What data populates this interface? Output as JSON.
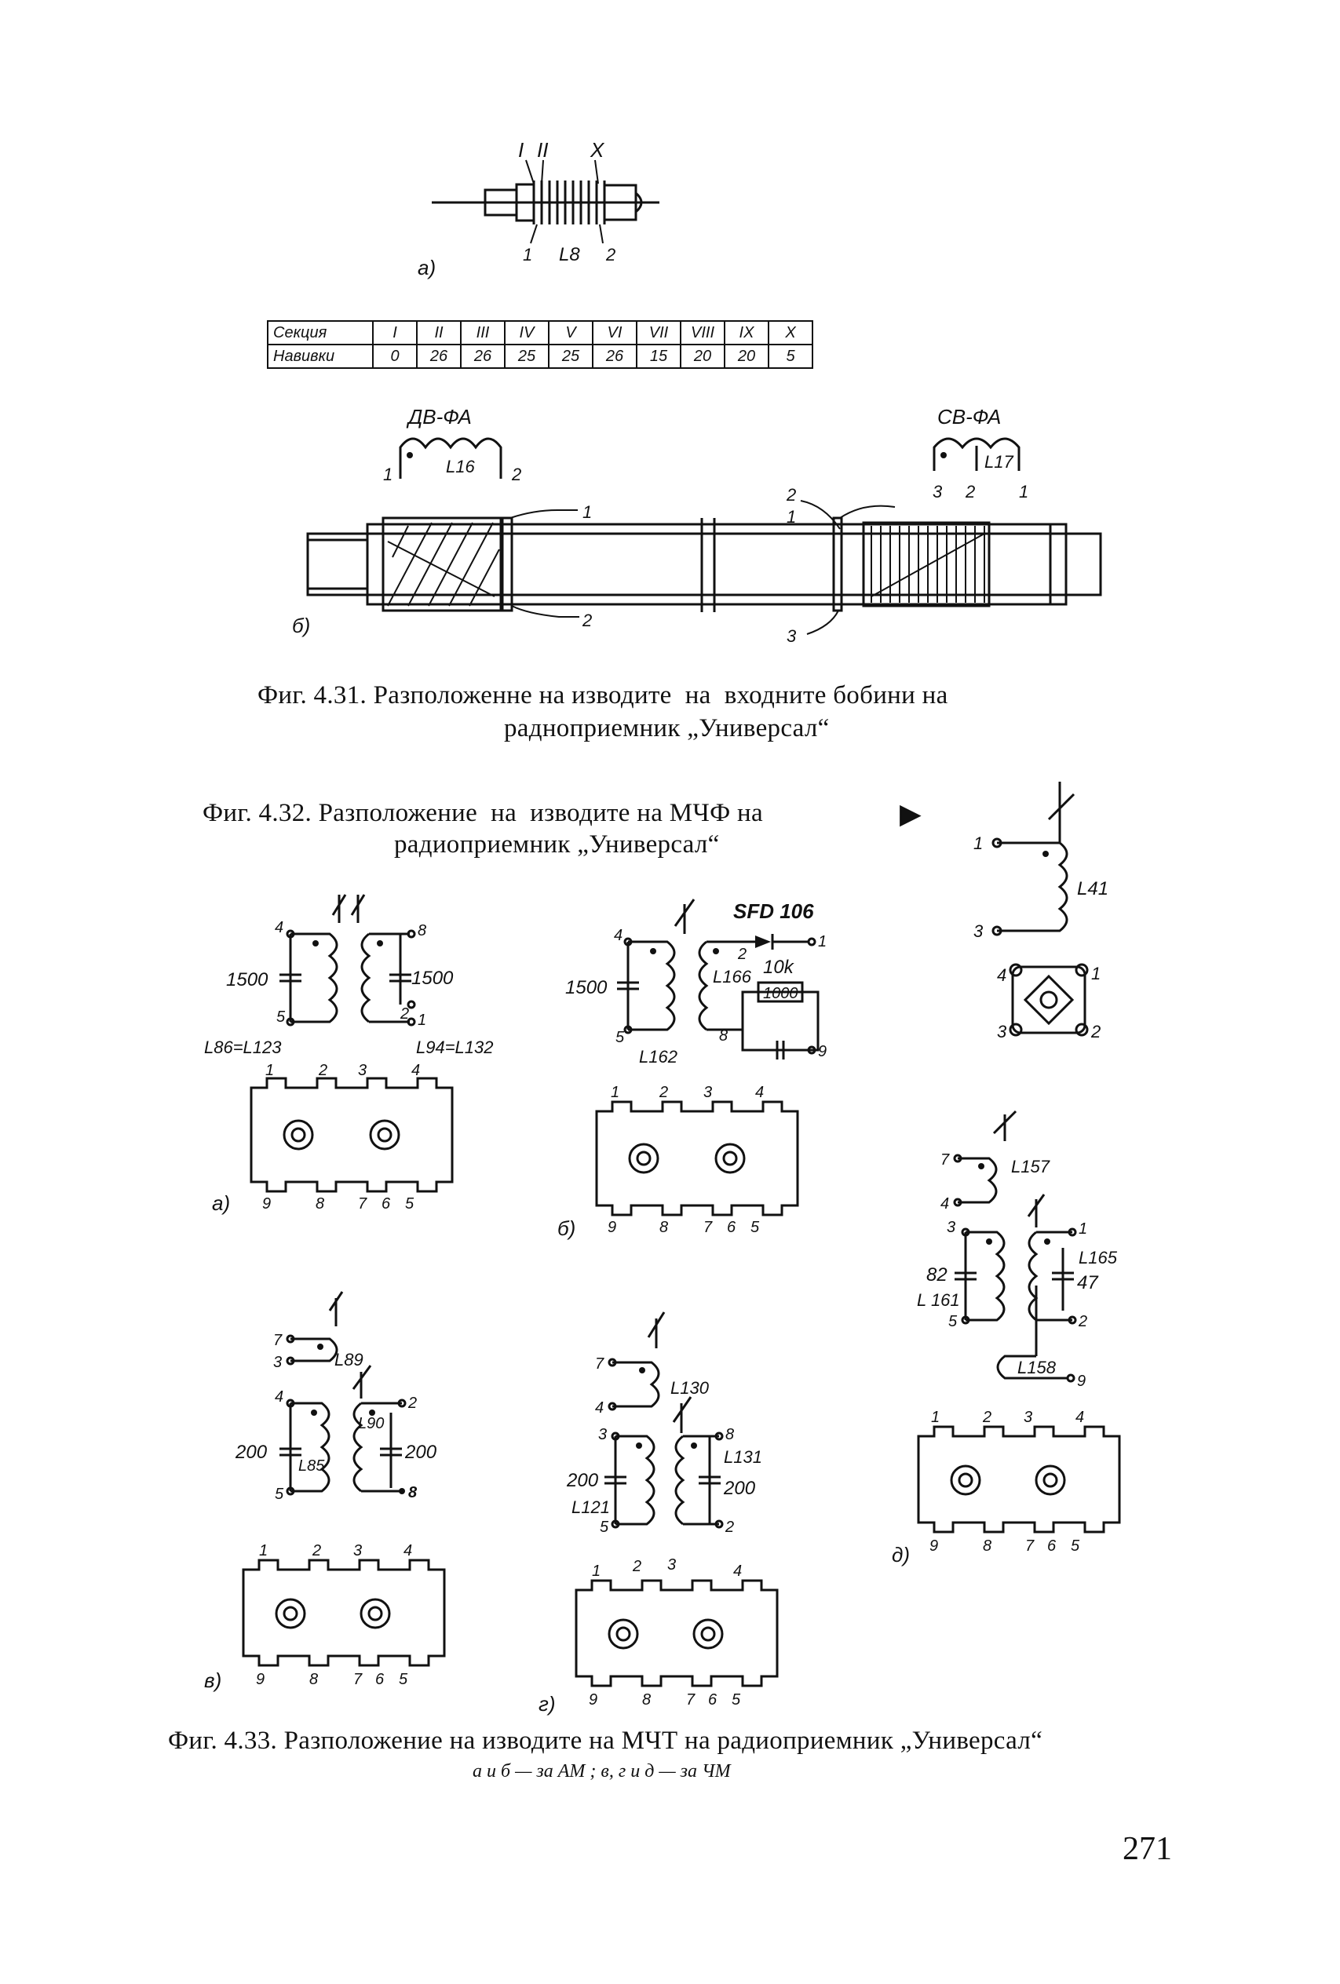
{
  "figure_431": {
    "coil_a": {
      "label_a": "а)",
      "marks_top": [
        "I",
        "II",
        "X"
      ],
      "pins": [
        "1",
        "2"
      ],
      "coil": "L8"
    },
    "table": {
      "row_headers": [
        "Секция",
        "Навивки"
      ],
      "sections": [
        "I",
        "II",
        "III",
        "IV",
        "V",
        "VI",
        "VII",
        "VIII",
        "IX",
        "X"
      ],
      "turns": [
        "0",
        "26",
        "26",
        "25",
        "25",
        "26",
        "15",
        "20",
        "20",
        "5"
      ]
    },
    "coil_b": {
      "label_b": "б)",
      "dv_label": "ДВ-ФА",
      "sv_label": "СВ-ФА",
      "dv_coil": "L16",
      "sv_coil": "L17",
      "dv_pins": [
        "1",
        "2"
      ],
      "sv_pins": [
        "3",
        "2",
        "1"
      ],
      "rod_pins_left": [
        "1",
        "2"
      ],
      "rod_pins_right": [
        "2",
        "1",
        "3"
      ]
    },
    "caption_line1": "Фиг. 4.31. Разположенне на изводите  на  входните бобини на",
    "caption_line2": "радноприемник „Универсал“"
  },
  "figure_432": {
    "caption_line1": "Фиг. 4.32. Разположение  на  изводите на МЧФ на",
    "caption_line2": "радиоприемник „Универсал“",
    "arrow": "▶",
    "coil": "L41",
    "pins": [
      "1",
      "3"
    ],
    "socket_pins": [
      "4",
      "1",
      "3",
      "2"
    ]
  },
  "figure_433": {
    "a": {
      "label": "а)",
      "cap_left": "1500",
      "cap_right": "1500",
      "coil_left": "L86=L123",
      "coil_right": "L94=L132",
      "pins_top": [
        "1",
        "2",
        "3",
        "4"
      ],
      "pins_bottom": [
        "9",
        "8",
        "7",
        "6",
        "5"
      ],
      "pins_schematic": [
        "4",
        "8",
        "5",
        "1",
        "2"
      ]
    },
    "b": {
      "label": "б)",
      "diode": "SFD 106",
      "cap_left": "1500",
      "coil_main": "L166",
      "coil_low": "L162",
      "resistor": "10k",
      "resistor_cap": "1000",
      "pins_top": [
        "1",
        "2",
        "3",
        "4"
      ],
      "pins_bottom": [
        "9",
        "8",
        "7",
        "6",
        "5"
      ],
      "pins_schematic": [
        "4",
        "2",
        "1",
        "5",
        "8",
        "9"
      ]
    },
    "v": {
      "label": "в)",
      "coil_top": "L89",
      "coil_left": "L85",
      "coil_right": "L90",
      "cap_left": "200",
      "cap_right": "200",
      "pins_top": [
        "1",
        "2",
        "3",
        "4"
      ],
      "pins_bottom": [
        "9",
        "8",
        "7",
        "6",
        "5"
      ],
      "pins_schematic": [
        "7",
        "3",
        "4",
        "2",
        "5",
        "8"
      ]
    },
    "g": {
      "label": "г)",
      "coil_top": "L130",
      "coil_left": "L121",
      "coil_right": "L131",
      "cap_left": "200",
      "cap_right": "200",
      "pins_top": [
        "1",
        "2",
        "3",
        "4"
      ],
      "pins_bottom": [
        "9",
        "8",
        "7",
        "6",
        "5"
      ],
      "pins_schematic": [
        "7",
        "4",
        "3",
        "8",
        "5",
        "2"
      ]
    },
    "d": {
      "label": "д)",
      "coil_top": "L157",
      "coil_mid": "L165",
      "coil_left": "L 161",
      "coil_bottom": "L158",
      "cap_left": "82",
      "cap_right": "47",
      "pins_top": [
        "1",
        "2",
        "3",
        "4"
      ],
      "pins_bottom": [
        "9",
        "8",
        "7",
        "6",
        "5"
      ],
      "pins_schematic": [
        "7",
        "4",
        "3",
        "1",
        "5",
        "2",
        "9"
      ]
    },
    "caption_main": "Фиг. 4.33. Разположение на изводите на МЧТ на радиоприемник „Универсал“",
    "caption_sub": "а и б — за АМ ; в, г и д — за ЧМ"
  },
  "page_number": "271"
}
